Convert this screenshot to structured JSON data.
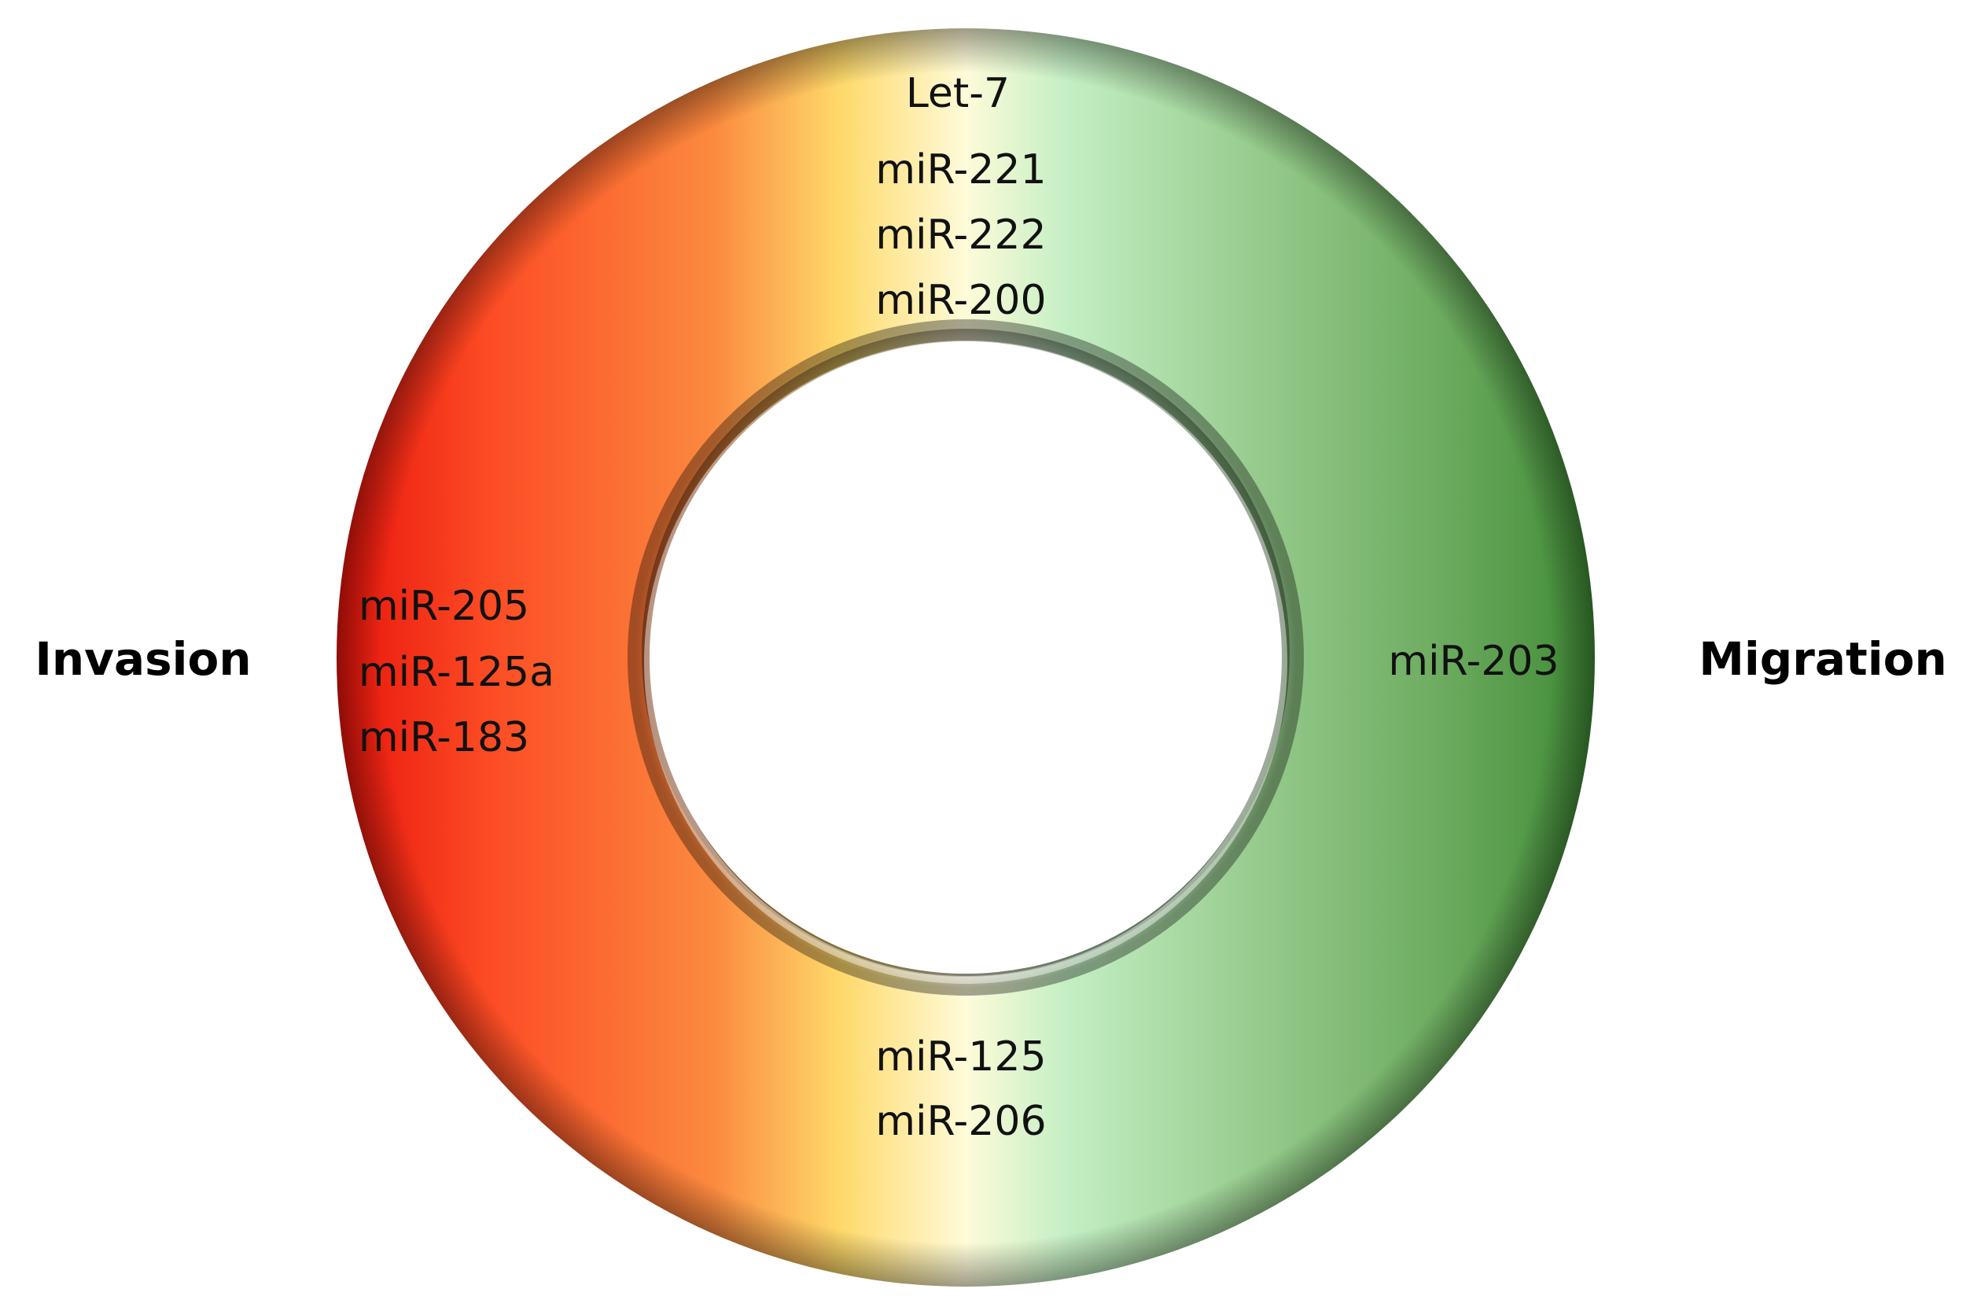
{
  "labels": {
    "left": "Invasion",
    "right": "Migration"
  },
  "groups": {
    "top": [
      "Let-7",
      "miR-221",
      "miR-222",
      "miR-200"
    ],
    "left": [
      "miR-205",
      "miR-125a",
      "miR-183"
    ],
    "right": [
      "miR-203"
    ],
    "bottom": [
      "miR-125",
      "miR-206"
    ]
  },
  "colors": {
    "gradient": [
      "#e8140c",
      "#fc4b24",
      "#fb8a3f",
      "#fed96a",
      "#fefbd9",
      "#c4efc4",
      "#94c98a",
      "#6cab5f",
      "#3f8a35"
    ],
    "text": "#111111",
    "background": "#ffffff"
  }
}
